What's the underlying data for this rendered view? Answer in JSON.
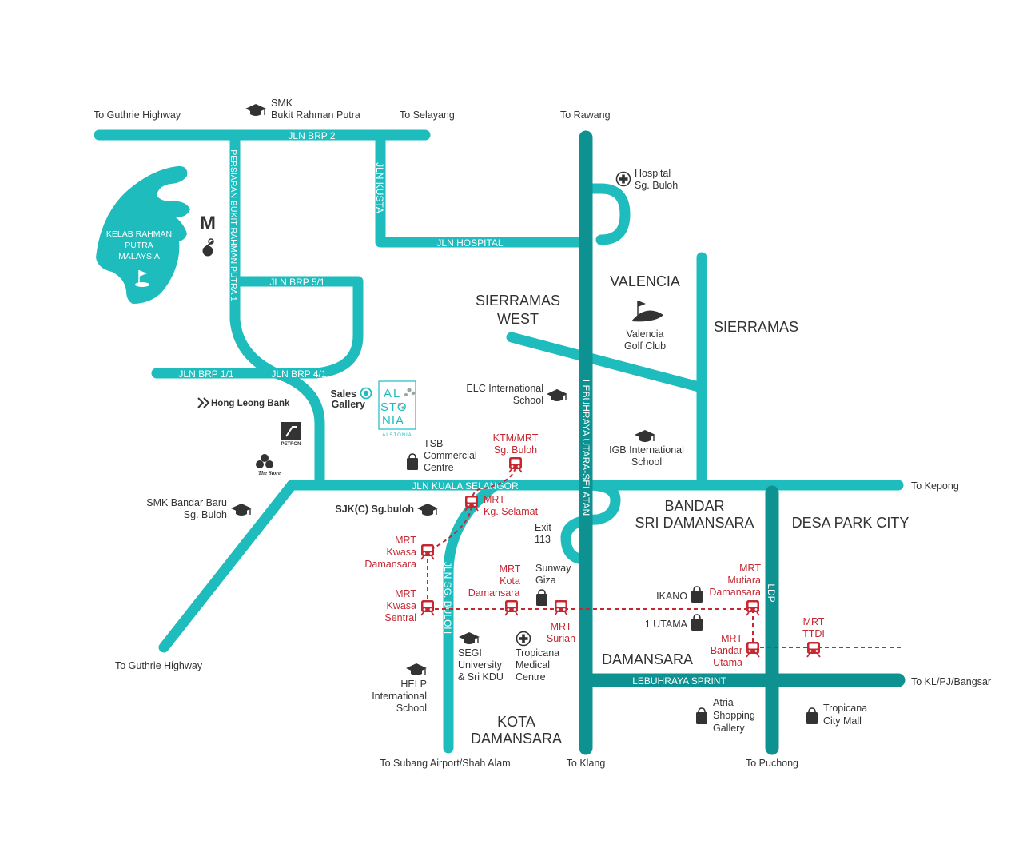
{
  "colors": {
    "road": "#1fbcbd",
    "highway": "#0d9191",
    "mrt": "#c62832",
    "text": "#333333"
  },
  "directions": {
    "guthrie_top": "To Guthrie Highway",
    "selayang": "To Selayang",
    "rawang": "To Rawang",
    "kepong": "To Kepong",
    "guthrie_bottom": "To Guthrie Highway",
    "subang": "To Subang Airport/Shah Alam",
    "klang": "To Klang",
    "puchong": "To Puchong",
    "kl": "To KL/PJ/Bangsar"
  },
  "roads": {
    "brp2": "JLN BRP 2",
    "kusta": "JLN KUSTA",
    "hospital": "JLN HOSPITAL",
    "persiaran": "PERSIARAN BUKIT RAHMAN PUTRA 1",
    "brp51": "JLN BRP 5/1",
    "brp11": "JLN BRP 1/1",
    "brp41": "JLN BRP 4/1",
    "kuala_selangor": "JLN KUALA SELANGOR",
    "sg_buloh": "JLN SG. BULOH",
    "utara_selatan": "LEBUHRAYA  UTARA-SELATAN",
    "ldp": "LDP",
    "sprint": "LEBUHRAYA SPRINT"
  },
  "areas": {
    "sierramas_west": [
      "SIERRAMAS",
      "WEST"
    ],
    "valencia": "VALENCIA",
    "sierramas": "SIERRAMAS",
    "bandar_sri_damansara": [
      "BANDAR",
      "SRI DAMANSARA"
    ],
    "desa_park_city": "DESA PARK CITY",
    "damansara": "DAMANSARA",
    "kota_damansara": [
      "KOTA",
      "DAMANSARA"
    ]
  },
  "club": [
    "KELAB RAHMAN",
    "PUTRA",
    "MALAYSIA"
  ],
  "landmarks": {
    "smk_brp": [
      "SMK",
      "Bukit Rahman Putra"
    ],
    "hospital": [
      "Hospital",
      "Sg. Buloh"
    ],
    "valencia_golf": [
      "Valencia",
      "Golf Club"
    ],
    "elc": [
      "ELC International",
      "School"
    ],
    "igb": [
      "IGB International",
      "School"
    ],
    "sales": [
      "Sales",
      "Gallery"
    ],
    "alstonia": [
      "AL",
      "STO",
      "NIA",
      "ALSTONIA"
    ],
    "tsb": [
      "TSB",
      "Commercial",
      "Centre"
    ],
    "hong_leong": "Hong Leong Bank",
    "petron": "PETRON",
    "the_store": "The Store",
    "smk_bandar_baru": [
      "SMK Bandar Baru",
      "Sg. Buloh"
    ],
    "sjkc": "SJK(C) Sg.buloh",
    "exit": [
      "Exit",
      "113"
    ],
    "sunway_giza": [
      "Sunway",
      "Giza"
    ],
    "ikano": "IKANO",
    "one_utama": "1 UTAMA",
    "segi": [
      "SEGI",
      "University",
      "& Sri KDU"
    ],
    "tropicana_medical": [
      "Tropicana",
      "Medical",
      "Centre"
    ],
    "help": [
      "HELP",
      "International",
      "School"
    ],
    "atria": [
      "Atria",
      "Shopping",
      "Gallery"
    ],
    "tropicana_city": [
      "Tropicana",
      "City Mall"
    ]
  },
  "stations": {
    "ktm": [
      "KTM/MRT",
      "Sg. Buloh"
    ],
    "kg_selamat": [
      "MRT",
      "Kg. Selamat"
    ],
    "kwasa_damansara": [
      "MRT",
      "Kwasa",
      "Damansara"
    ],
    "kwasa_sentral": [
      "MRT",
      "Kwasa",
      "Sentral"
    ],
    "kota_damansara": [
      "MRT",
      "Kota",
      "Damansara"
    ],
    "surian": [
      "MRT",
      "Surian"
    ],
    "mutiara_damansara": [
      "MRT",
      "Mutiara",
      "Damansara"
    ],
    "bandar_utama": [
      "MRT",
      "Bandar",
      "Utama"
    ],
    "ttdi": [
      "MRT",
      "TTDI"
    ]
  }
}
